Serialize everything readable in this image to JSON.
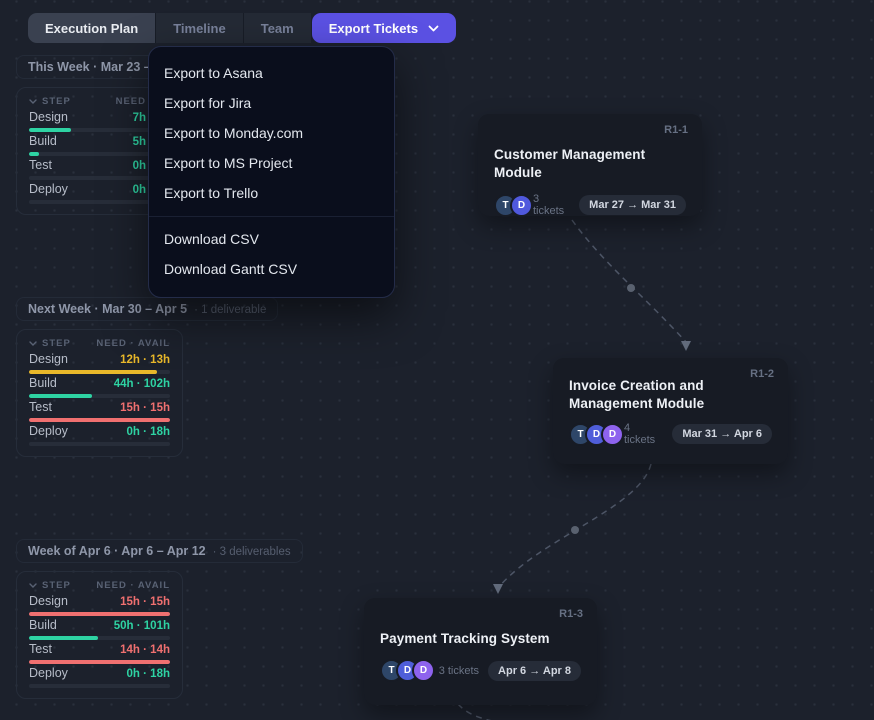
{
  "tabs": {
    "items": [
      {
        "label": "Execution Plan",
        "state": "active"
      },
      {
        "label": "Timeline",
        "state": "default"
      },
      {
        "label": "Team",
        "state": "default"
      },
      {
        "label": "Export Tickets",
        "state": "primary"
      }
    ]
  },
  "export_menu": {
    "export_items": [
      "Export to Asana",
      "Export for Jira",
      "Export to Monday.com",
      "Export to MS Project",
      "Export to Trello"
    ],
    "download_items": [
      "Download CSV",
      "Download Gantt CSV"
    ]
  },
  "sidebar": {
    "sections": [
      {
        "title": "This Week · Mar 23 – Ma",
        "meta": "",
        "clipped": true,
        "col_step": "STEP",
        "col_need": "NEED",
        "rows": [
          {
            "step": "Design",
            "value": "7h",
            "color": "green",
            "pct": 30
          },
          {
            "step": "Build",
            "value": "5h",
            "color": "green",
            "pct": 7
          },
          {
            "step": "Test",
            "value": "0h",
            "color": "green",
            "pct": 0
          },
          {
            "step": "Deploy",
            "value": "0h",
            "color": "green",
            "pct": 0
          }
        ]
      },
      {
        "title": "Next Week · Mar 30 – Apr 5",
        "meta": "· 1 deliverable",
        "clipped": false,
        "col_step": "STEP",
        "col_need": "NEED · AVAIL",
        "rows": [
          {
            "step": "Design",
            "value": "12h · 13h",
            "color": "yellow",
            "pct": 91
          },
          {
            "step": "Build",
            "value": "44h · 102h",
            "color": "green",
            "pct": 45
          },
          {
            "step": "Test",
            "value": "15h · 15h",
            "color": "red",
            "pct": 100
          },
          {
            "step": "Deploy",
            "value": "0h · 18h",
            "color": "green",
            "pct": 0
          }
        ]
      },
      {
        "title": "Week of Apr 6 · Apr 6 – Apr 12",
        "meta": "· 3 deliverables",
        "clipped": false,
        "col_step": "STEP",
        "col_need": "NEED · AVAIL",
        "rows": [
          {
            "step": "Design",
            "value": "15h · 15h",
            "color": "red",
            "pct": 100
          },
          {
            "step": "Build",
            "value": "50h · 101h",
            "color": "green",
            "pct": 49
          },
          {
            "step": "Test",
            "value": "14h · 14h",
            "color": "red",
            "pct": 100
          },
          {
            "step": "Deploy",
            "value": "0h · 18h",
            "color": "green",
            "pct": 0
          }
        ]
      }
    ]
  },
  "cards": [
    {
      "id": "R1-1",
      "title": "Customer Management Module",
      "tickets": "3 tickets",
      "dates": "Mar 27 → Mar 31",
      "avatars": [
        {
          "letter": "T",
          "color": "#2e4668"
        },
        {
          "letter": "D",
          "color": "#5059dd"
        }
      ]
    },
    {
      "id": "R1-2",
      "title": "Invoice Creation and Management Module",
      "tickets": "4 tickets",
      "dates": "Mar 31 → Apr 6",
      "avatars": [
        {
          "letter": "T",
          "color": "#2e4668"
        },
        {
          "letter": "D",
          "color": "#4f5ed9"
        },
        {
          "letter": "D",
          "color": "#8e63ee"
        }
      ]
    },
    {
      "id": "R1-3",
      "title": "Payment Tracking System",
      "tickets": "3 tickets",
      "dates": "Apr 6 → Apr 8",
      "avatars": [
        {
          "letter": "T",
          "color": "#2e4668"
        },
        {
          "letter": "D",
          "color": "#4f5ed9"
        },
        {
          "letter": "D",
          "color": "#8e63ee"
        }
      ]
    }
  ],
  "colors": {
    "green": "#2ed3a3",
    "yellow": "#e9b82a",
    "red": "#f07070",
    "accent": "#5b51e3"
  }
}
